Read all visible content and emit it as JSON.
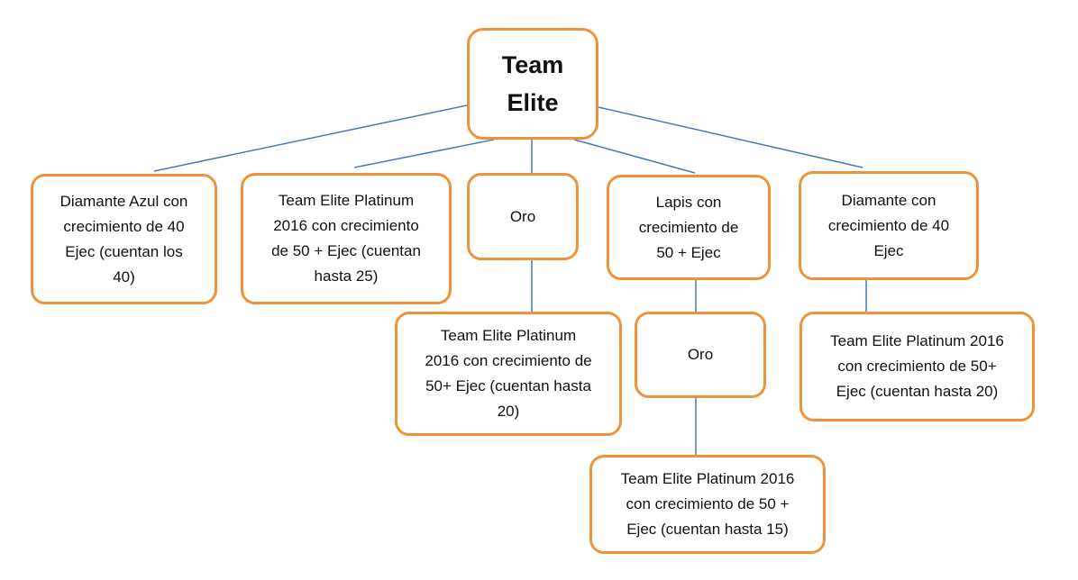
{
  "diagram": {
    "root": {
      "label": "Team\nElite"
    },
    "children": [
      {
        "label": "Diamante Azul con\ncrecimiento de 40\nEjec (cuentan los\n40)"
      },
      {
        "label": "Team Elite Platinum\n2016 con crecimiento\nde 50 + Ejec (cuentan\nhasta 25)"
      },
      {
        "label": "Oro"
      },
      {
        "label": "Lapis con\ncrecimiento de\n50 + Ejec"
      },
      {
        "label": "Diamante con\ncrecimiento de 40\nEjec"
      }
    ],
    "oro_child": {
      "label": "Team Elite Platinum\n2016 con crecimiento de\n50+ Ejec (cuentan hasta\n20)"
    },
    "lapis_child": {
      "label": "Oro"
    },
    "lapis_grandchild": {
      "label": "Team Elite Platinum 2016\ncon crecimiento de 50 +\nEjec (cuentan hasta 15)"
    },
    "diamante_child": {
      "label": "Team Elite Platinum  2016\ncon crecimiento de 50+\nEjec (cuentan hasta 20)"
    },
    "colors": {
      "box_border": "#f0923a",
      "connector": "#4a7ab5",
      "text": "#111111"
    }
  }
}
